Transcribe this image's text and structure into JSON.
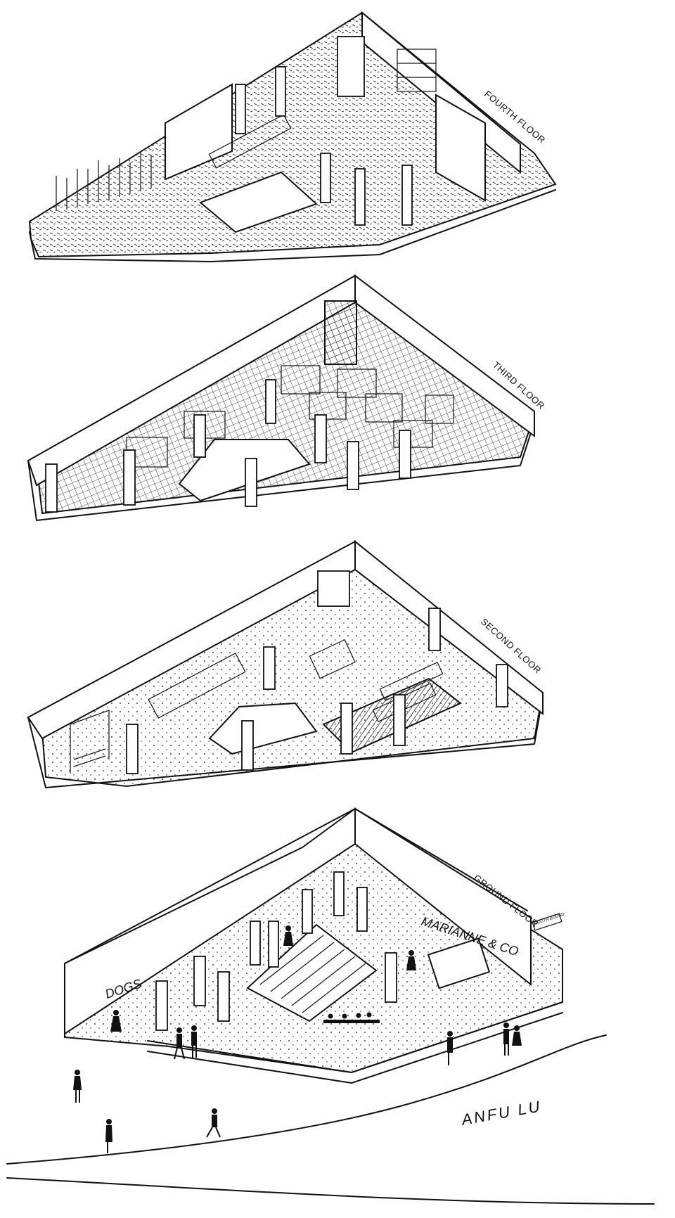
{
  "floors": [
    {
      "label": "FOURTH FLOOR"
    },
    {
      "label": "THIRD FLOOR"
    },
    {
      "label": "SECOND FLOOR"
    },
    {
      "label": "GROUND FLOOR"
    }
  ],
  "street": {
    "label": "ANFU LU"
  },
  "signs": {
    "dogs": "DOGS",
    "shop": "MARIANNE & CO",
    "plaque": "SOUTH BOUND"
  },
  "style": {
    "ink": "#111111",
    "paper": "#ffffff"
  }
}
